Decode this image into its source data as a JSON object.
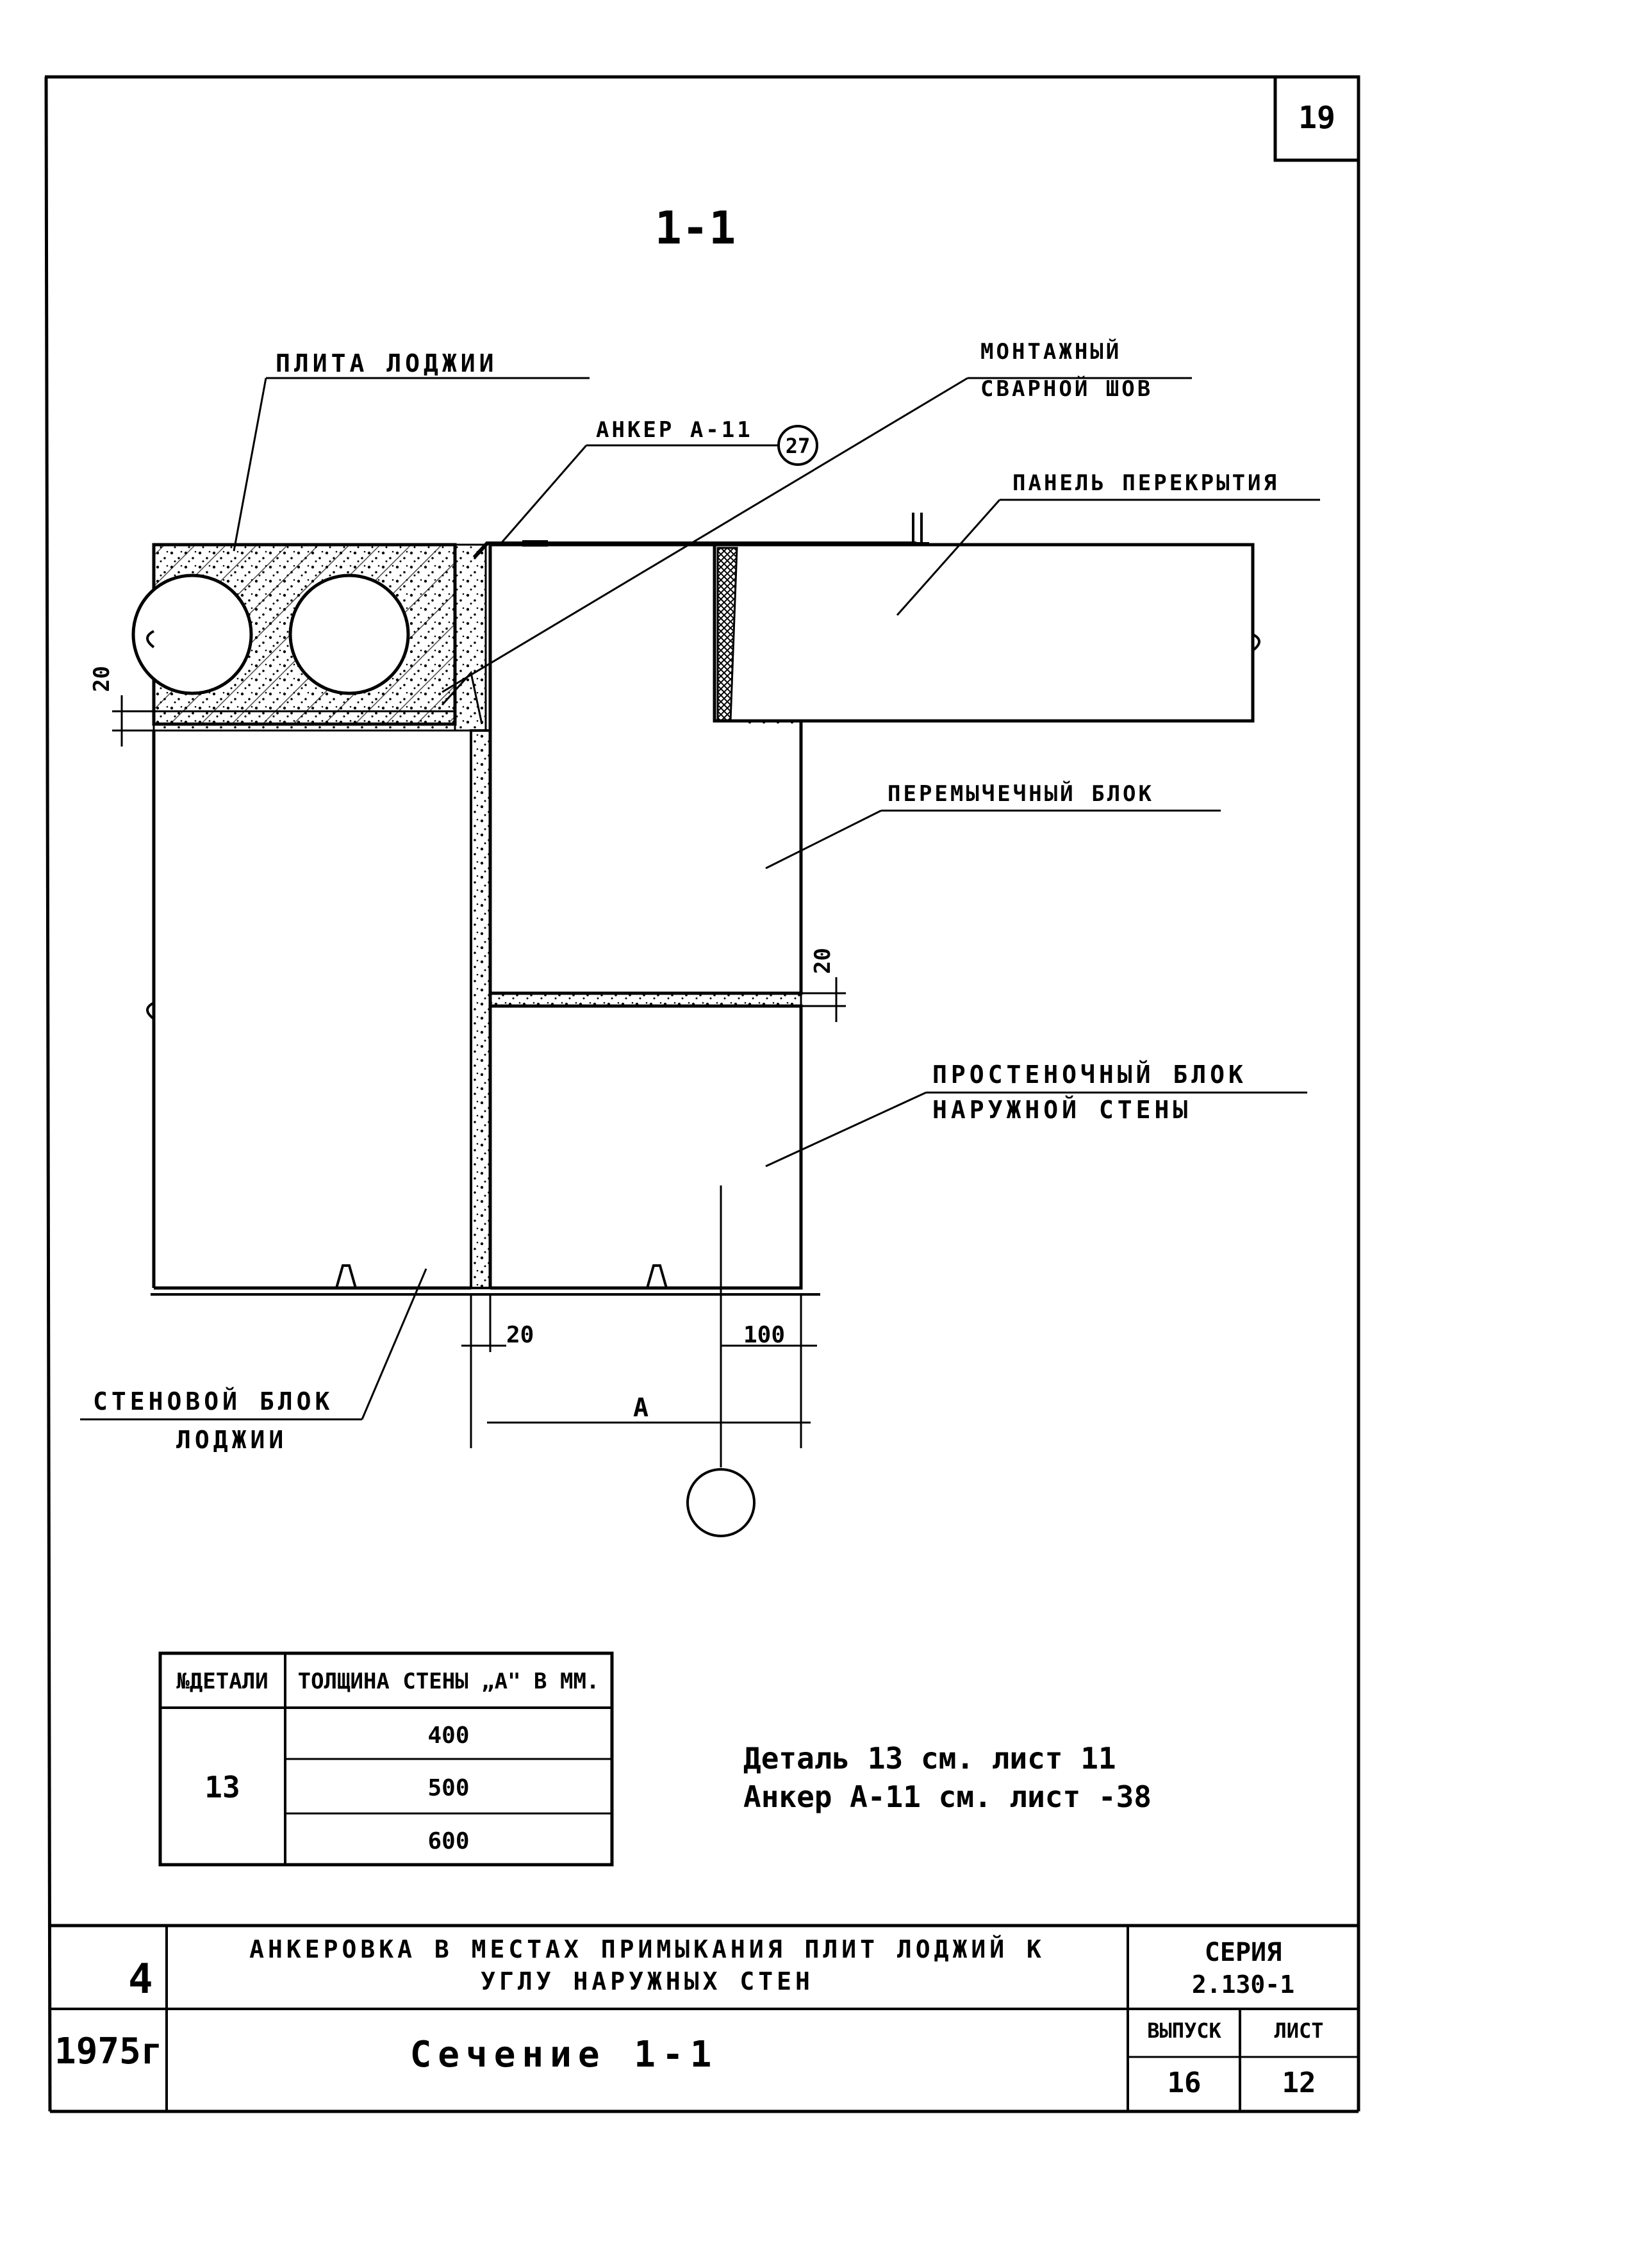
{
  "sheet": {
    "corner_number": "19",
    "section_title": "1-1"
  },
  "callouts": {
    "loggia_slab": "ПЛИТА ЛОДЖИИ",
    "weld_line1": "МОНТАЖНЫЙ",
    "weld_line2": "СВАРНОЙ ШОВ",
    "anchor": "АНКЕР А-11",
    "anchor_ref": "27",
    "floor_panel": "ПАНЕЛЬ ПЕРЕКРЫТИЯ",
    "lintel_block": "ПЕРЕМЫЧЕЧНЫЙ БЛОК",
    "pier_line1": "ПРОСТЕНОЧНЫЙ БЛОК",
    "pier_line2": "НАРУЖНОЙ СТЕНЫ",
    "wall_line1": "СТЕНОВОЙ БЛОК",
    "wall_line2": "ЛОДЖИИ"
  },
  "dimensions": {
    "joint_left": "20",
    "joint_right": "20",
    "bottom_joint": "20",
    "bottom_offset": "100",
    "wall_thickness": "А"
  },
  "detail_table": {
    "headers": [
      "№ДЕТАЛИ",
      "ТОЛЩИНА СТЕНЫ „А\" В ММ."
    ],
    "detail_no": "13",
    "thicknesses": [
      "400",
      "500",
      "600"
    ]
  },
  "notes": {
    "line1": "Деталь 13 см. лист 11",
    "line2": "Анкер А-11 см. лист -38"
  },
  "title_block": {
    "stamp": "4",
    "year": "1975г",
    "title_line1": "АНКЕРОВКА В МЕСТАХ ПРИМЫКАНИЯ ПЛИТ ЛОДЖИЙ К",
    "title_line2": "УГЛУ НАРУЖНЫХ СТЕН",
    "subtitle": "Сечение 1-1",
    "series_label": "СЕРИЯ",
    "series_value": "2.130-1",
    "issue_label": "ВЫПУСК",
    "issue_value": "16",
    "sheet_label": "ЛИСТ",
    "sheet_value": "12"
  },
  "colors": {
    "ink": "#000000",
    "paper": "#ffffff"
  }
}
